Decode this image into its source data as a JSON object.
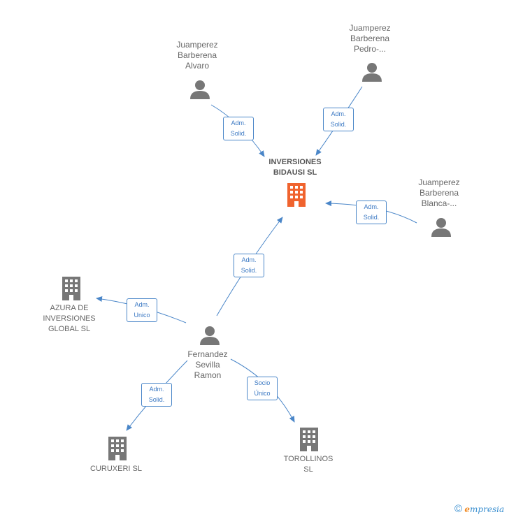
{
  "nodes": {
    "center": {
      "name": "INVERSIONES\nBIDAUSI  SL",
      "type": "company",
      "highlight": "#f0632e"
    },
    "alvaro": {
      "name": "Juamperez\nBarberena\nAlvaro",
      "type": "person"
    },
    "pedro": {
      "name": "Juamperez\nBarberena\nPedro-...",
      "type": "person"
    },
    "blanca": {
      "name": "Juamperez\nBarberena\nBlanca-...",
      "type": "person"
    },
    "fernandez": {
      "name": "Fernandez\nSevilla\nRamon",
      "type": "person"
    },
    "azura": {
      "name": "AZURA DE\nINVERSIONES\nGLOBAL  SL",
      "type": "company"
    },
    "curuxeri": {
      "name": "CURUXERI  SL",
      "type": "company"
    },
    "torollinos": {
      "name": "TOROLLINOS\nSL",
      "type": "company"
    }
  },
  "edges": {
    "alvaro_center": "Adm.\nSolid.",
    "pedro_center": "Adm.\nSolid.",
    "blanca_center": "Adm.\nSolid.",
    "fernandez_center": "Adm.\nSolid.",
    "fernandez_azura": "Adm.\nUnico",
    "fernandez_curuxeri": "Adm.\nSolid.",
    "fernandez_torollinos": "Socio\nÚnico"
  },
  "colors": {
    "edge": "#4a86c8",
    "node_icon": "#777777",
    "center_icon": "#f0632e"
  },
  "footer": {
    "copyright": "©",
    "brand_initial": "e",
    "brand_rest": "mpresia"
  }
}
